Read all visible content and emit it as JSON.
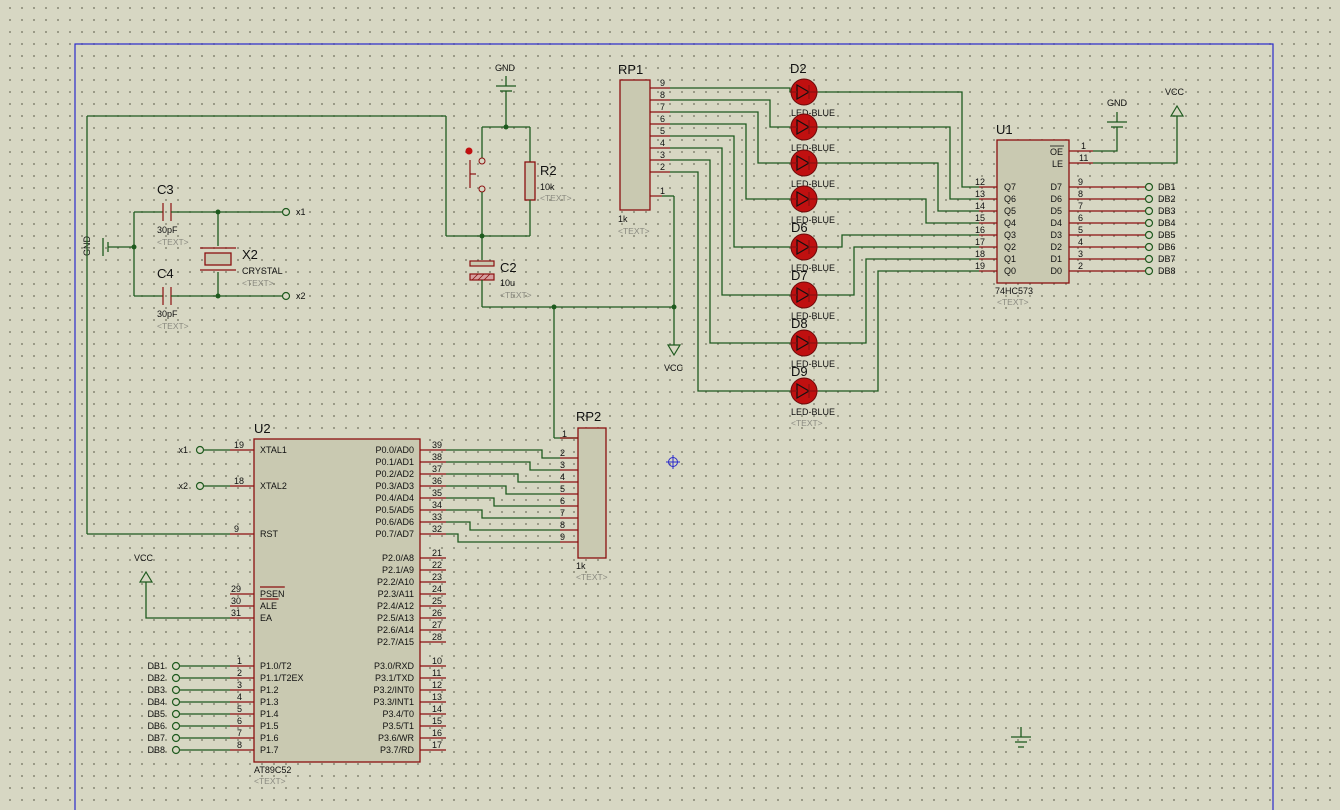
{
  "gnd_label": "GND",
  "vcc_label": "VCC",
  "text_placeholder": "<TEXT>",
  "crystal": {
    "c3": {
      "ref": "C3",
      "value": "30pF"
    },
    "c4": {
      "ref": "C4",
      "value": "30pF"
    },
    "x2": {
      "ref": "X2",
      "value": "CRYSTAL"
    },
    "x1_net": "x1",
    "x2_net": "x2"
  },
  "reset": {
    "r2": {
      "ref": "R2",
      "value": "10k"
    },
    "c2": {
      "ref": "C2",
      "value": "10u"
    }
  },
  "rp1": {
    "ref": "RP1",
    "value": "1k",
    "pins": [
      "9",
      "8",
      "7",
      "6",
      "5",
      "4",
      "3",
      "2"
    ],
    "common_pin": "1"
  },
  "rp2": {
    "ref": "RP2",
    "value": "1k",
    "common_pin": "1",
    "pins": [
      "2",
      "3",
      "4",
      "5",
      "6",
      "7",
      "8",
      "9"
    ]
  },
  "leds": {
    "top_ref": "D2",
    "value": "LED-BLUE",
    "refs": [
      "D6",
      "D7",
      "D8",
      "D9"
    ]
  },
  "u1": {
    "ref": "U1",
    "part": "74HC573",
    "oe": {
      "pin": "1",
      "name": "OE"
    },
    "le": {
      "pin": "11",
      "name": "LE"
    },
    "q_pins": [
      {
        "num": "12",
        "name": "Q7"
      },
      {
        "num": "13",
        "name": "Q6"
      },
      {
        "num": "14",
        "name": "Q5"
      },
      {
        "num": "15",
        "name": "Q4"
      },
      {
        "num": "16",
        "name": "Q3"
      },
      {
        "num": "17",
        "name": "Q2"
      },
      {
        "num": "18",
        "name": "Q1"
      },
      {
        "num": "19",
        "name": "Q0"
      }
    ],
    "d_pins": [
      {
        "num": "9",
        "name": "D7",
        "net": "DB1"
      },
      {
        "num": "8",
        "name": "D6",
        "net": "DB2"
      },
      {
        "num": "7",
        "name": "D5",
        "net": "DB3"
      },
      {
        "num": "6",
        "name": "D4",
        "net": "DB4"
      },
      {
        "num": "5",
        "name": "D3",
        "net": "DB5"
      },
      {
        "num": "4",
        "name": "D2",
        "net": "DB6"
      },
      {
        "num": "3",
        "name": "D1",
        "net": "DB7"
      },
      {
        "num": "2",
        "name": "D0",
        "net": "DB8"
      }
    ]
  },
  "u2": {
    "ref": "U2",
    "part": "AT89C52",
    "left_top": [
      {
        "num": "19",
        "name": "XTAL1",
        "net": "x1"
      },
      {
        "num": "18",
        "name": "XTAL2",
        "net": "x2"
      },
      {
        "num": "9",
        "name": "RST",
        "net": ""
      }
    ],
    "left_mid": [
      {
        "num": "29",
        "name": "PSEN"
      },
      {
        "num": "30",
        "name": "ALE"
      },
      {
        "num": "31",
        "name": "EA"
      }
    ],
    "left_p1": [
      {
        "num": "1",
        "name": "P1.0/T2",
        "net": "DB1"
      },
      {
        "num": "2",
        "name": "P1.1/T2EX",
        "net": "DB2"
      },
      {
        "num": "3",
        "name": "P1.2",
        "net": "DB3"
      },
      {
        "num": "4",
        "name": "P1.3",
        "net": "DB4"
      },
      {
        "num": "5",
        "name": "P1.4",
        "net": "DB5"
      },
      {
        "num": "6",
        "name": "P1.5",
        "net": "DB6"
      },
      {
        "num": "7",
        "name": "P1.6",
        "net": "DB7"
      },
      {
        "num": "8",
        "name": "P1.7",
        "net": "DB8"
      }
    ],
    "right_p0": [
      {
        "num": "39",
        "name": "P0.0/AD0"
      },
      {
        "num": "38",
        "name": "P0.1/AD1"
      },
      {
        "num": "37",
        "name": "P0.2/AD2"
      },
      {
        "num": "36",
        "name": "P0.3/AD3"
      },
      {
        "num": "35",
        "name": "P0.4/AD4"
      },
      {
        "num": "34",
        "name": "P0.5/AD5"
      },
      {
        "num": "33",
        "name": "P0.6/AD6"
      },
      {
        "num": "32",
        "name": "P0.7/AD7"
      }
    ],
    "right_p2": [
      {
        "num": "21",
        "name": "P2.0/A8"
      },
      {
        "num": "22",
        "name": "P2.1/A9"
      },
      {
        "num": "23",
        "name": "P2.2/A10"
      },
      {
        "num": "24",
        "name": "P2.3/A11"
      },
      {
        "num": "25",
        "name": "P2.4/A12"
      },
      {
        "num": "26",
        "name": "P2.5/A13"
      },
      {
        "num": "27",
        "name": "P2.6/A14"
      },
      {
        "num": "28",
        "name": "P2.7/A15"
      }
    ],
    "right_p3": [
      {
        "num": "10",
        "name": "P3.0/RXD"
      },
      {
        "num": "11",
        "name": "P3.1/TXD"
      },
      {
        "num": "12",
        "name": "P3.2/INT0"
      },
      {
        "num": "13",
        "name": "P3.3/INT1"
      },
      {
        "num": "14",
        "name": "P3.4/T0"
      },
      {
        "num": "15",
        "name": "P3.5/T1"
      },
      {
        "num": "16",
        "name": "P3.6/WR"
      },
      {
        "num": "17",
        "name": "P3.7/RD"
      }
    ]
  },
  "colors": {
    "wire": "#1e5a1e",
    "pin": "#8b1010",
    "body": "#c9c9b1",
    "border": "#2a2acc",
    "led": "#c01010"
  }
}
